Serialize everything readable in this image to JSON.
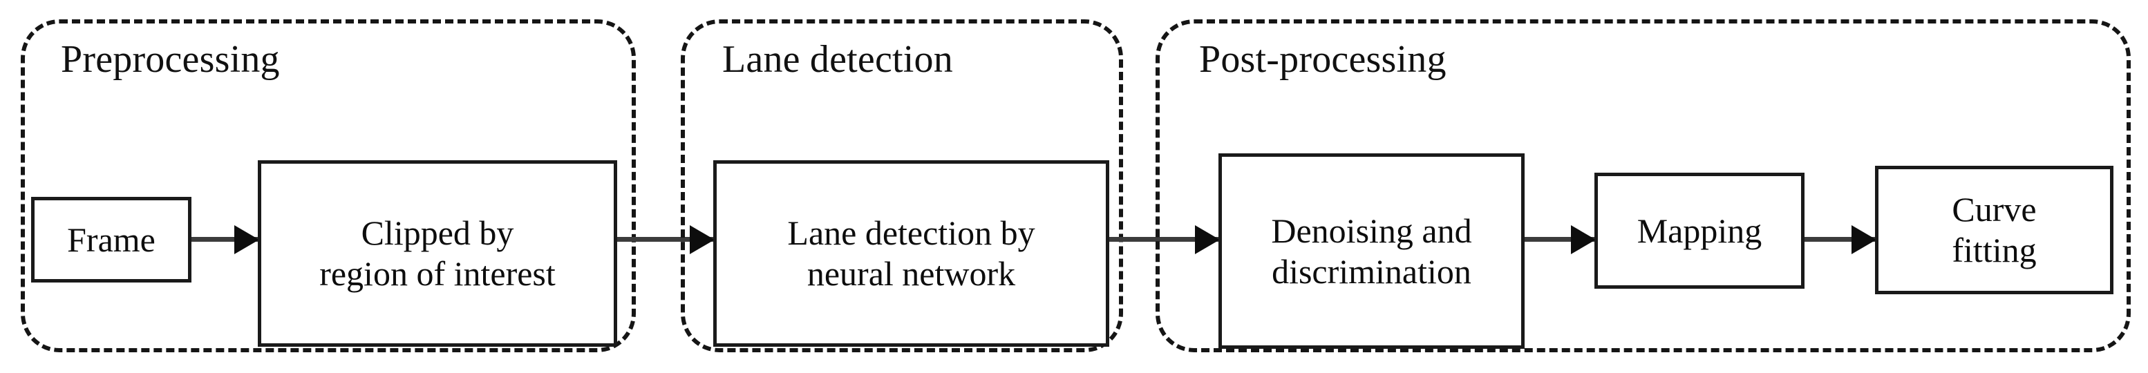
{
  "diagram": {
    "title": "Lane detection pipeline flowchart",
    "background_color": "#ffffff",
    "line_color": "#151515",
    "text_color": "#0d0d0d",
    "stages": [
      {
        "id": "preprocessing",
        "label": "Preprocessing",
        "nodes": [
          {
            "id": "frame",
            "label": "Frame"
          },
          {
            "id": "clipped-roi",
            "label": "Clipped by\nregion of interest"
          }
        ]
      },
      {
        "id": "lane-detection",
        "label": "Lane detection",
        "nodes": [
          {
            "id": "lane-detection-nn",
            "label": "Lane detection by\nneural network"
          }
        ]
      },
      {
        "id": "post-processing",
        "label": "Post-processing",
        "nodes": [
          {
            "id": "denoising",
            "label": "Denoising and\ndiscrimination"
          },
          {
            "id": "mapping",
            "label": "Mapping"
          },
          {
            "id": "curve-fitting",
            "label": "Curve\nfitting"
          }
        ]
      }
    ],
    "edges": [
      {
        "id": "e1",
        "from": "frame",
        "to": "clipped-roi"
      },
      {
        "id": "e2",
        "from": "clipped-roi",
        "to": "lane-detection-nn"
      },
      {
        "id": "e3",
        "from": "lane-detection-nn",
        "to": "denoising"
      },
      {
        "id": "e4",
        "from": "denoising",
        "to": "mapping"
      },
      {
        "id": "e5",
        "from": "mapping",
        "to": "curve-fitting"
      }
    ]
  }
}
